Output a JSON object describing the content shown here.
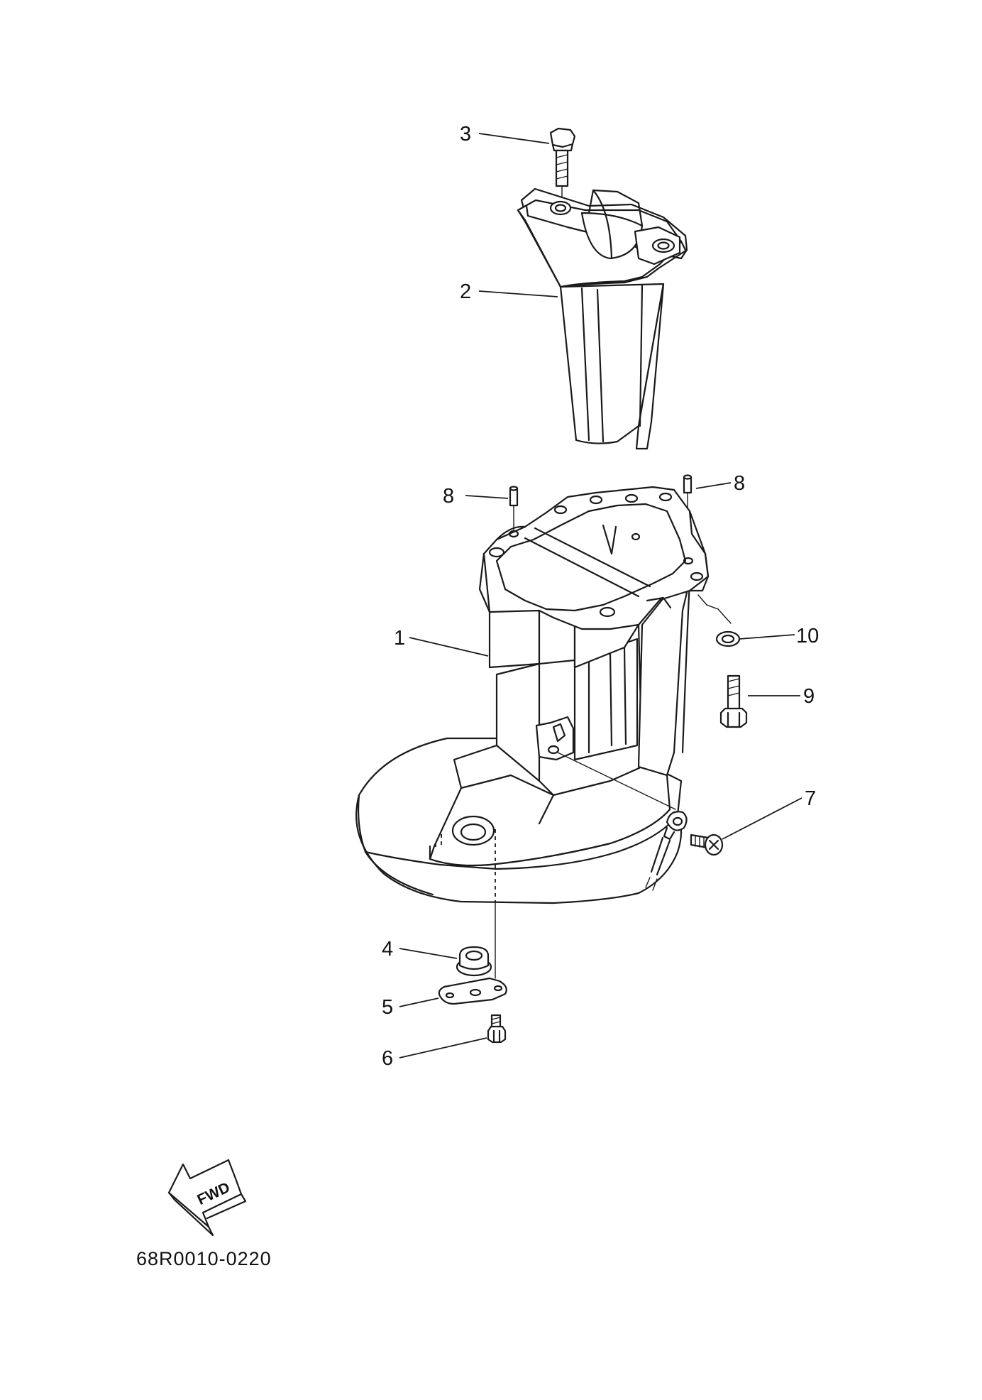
{
  "callouts": {
    "c1": "1",
    "c2": "2",
    "c3": "3",
    "c4": "4",
    "c5": "5",
    "c6": "6",
    "c7": "7",
    "c8a": "8",
    "c8b": "8",
    "c9": "9",
    "c10": "10"
  },
  "direction_label": "FWD",
  "diagram_code": "68R0010-0220"
}
